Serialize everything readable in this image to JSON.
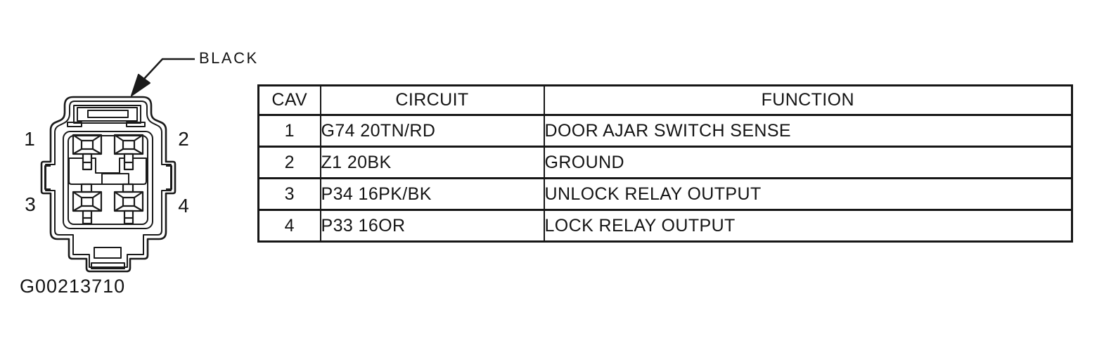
{
  "figure": {
    "connector_label": "BLACK",
    "pin_labels": [
      "1",
      "2",
      "3",
      "4"
    ],
    "figure_id": "G00213710",
    "connector_type": "4-way-connector"
  },
  "table": {
    "headers": [
      "CAV",
      "CIRCUIT",
      "FUNCTION"
    ],
    "rows": [
      {
        "cav": "1",
        "circuit": "G74 20TN/RD",
        "function": "DOOR AJAR SWITCH SENSE"
      },
      {
        "cav": "2",
        "circuit": "Z1 20BK",
        "function": "GROUND"
      },
      {
        "cav": "3",
        "circuit": "P34 16PK/BK",
        "function": "UNLOCK RELAY OUTPUT"
      },
      {
        "cav": "4",
        "circuit": "P33 16OR",
        "function": "LOCK RELAY OUTPUT"
      }
    ]
  },
  "colors": {
    "ink": "#161616",
    "background": "#ffffff"
  }
}
